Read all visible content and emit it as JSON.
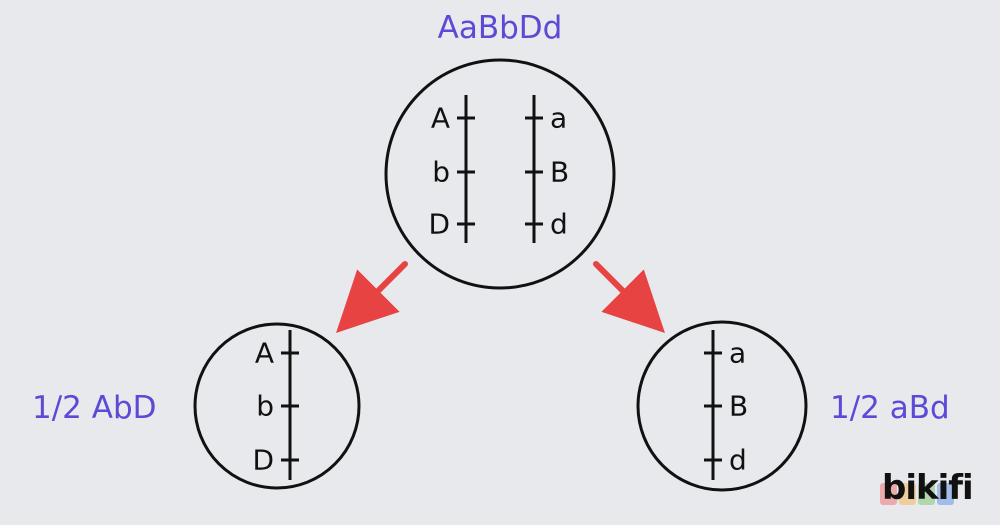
{
  "parent": {
    "genotype_label": "AaBbDd",
    "chromosome_left": [
      "A",
      "b",
      "D"
    ],
    "chromosome_right": [
      "a",
      "B",
      "d"
    ]
  },
  "gamete_left": {
    "label": "1/2 AbD",
    "alleles": [
      "A",
      "b",
      "D"
    ]
  },
  "gamete_right": {
    "label": "1/2 aBd",
    "alleles": [
      "a",
      "B",
      "d"
    ]
  },
  "logo": {
    "text": "bikifi",
    "colors": [
      "#f06b6b",
      "#f3b44c",
      "#7cc46b",
      "#5b8ee6"
    ]
  },
  "colors": {
    "label": "#5a4ad6",
    "arrow": "#e84343",
    "stroke": "#111111",
    "background": "#e8e9ed"
  }
}
